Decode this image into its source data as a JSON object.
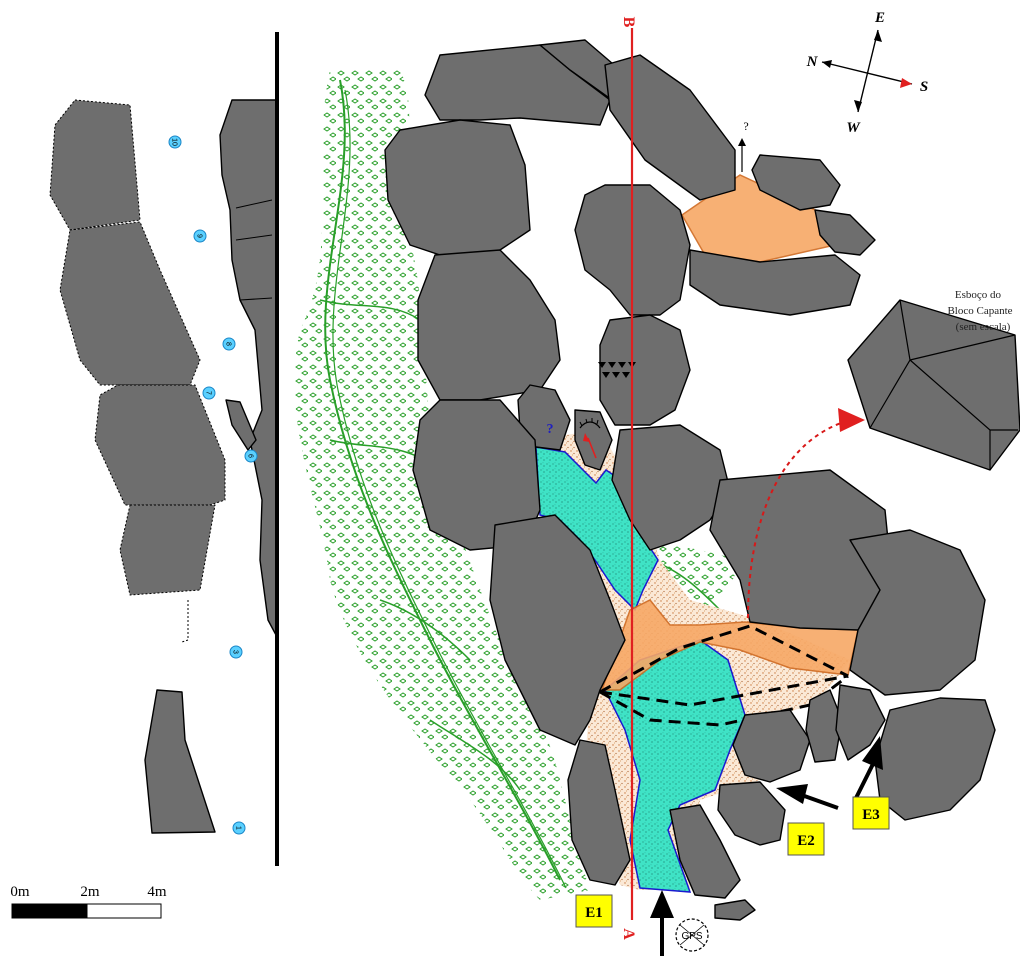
{
  "section_line": {
    "start_label": "A",
    "end_label": "B",
    "color": "#e02020"
  },
  "compass": {
    "north": "N",
    "south": "S",
    "east": "E",
    "west": "W"
  },
  "entrances": [
    {
      "id": "E1",
      "label": "E1"
    },
    {
      "id": "E2",
      "label": "E2"
    },
    {
      "id": "E3",
      "label": "E3"
    }
  ],
  "gps_label": "GPS",
  "unknown_marks": [
    "?",
    "?"
  ],
  "sketch_caption": [
    "Esboço do",
    "Bloco Capante",
    "(sem escala)"
  ],
  "scale_bar": {
    "labels": [
      "0m",
      "2m",
      "4m"
    ]
  },
  "profile_markers": [
    "10",
    "9",
    "8",
    "7",
    "6",
    "3",
    "1"
  ],
  "colors": {
    "rock": "#6e6e6e",
    "water_pool": "#40e0c8",
    "sediment": "#f4e2cf",
    "orange_area": "#f7a866",
    "vegetation": "#1e9a1e",
    "label_box": "#ffff00",
    "marker": "#5ad0ff"
  }
}
